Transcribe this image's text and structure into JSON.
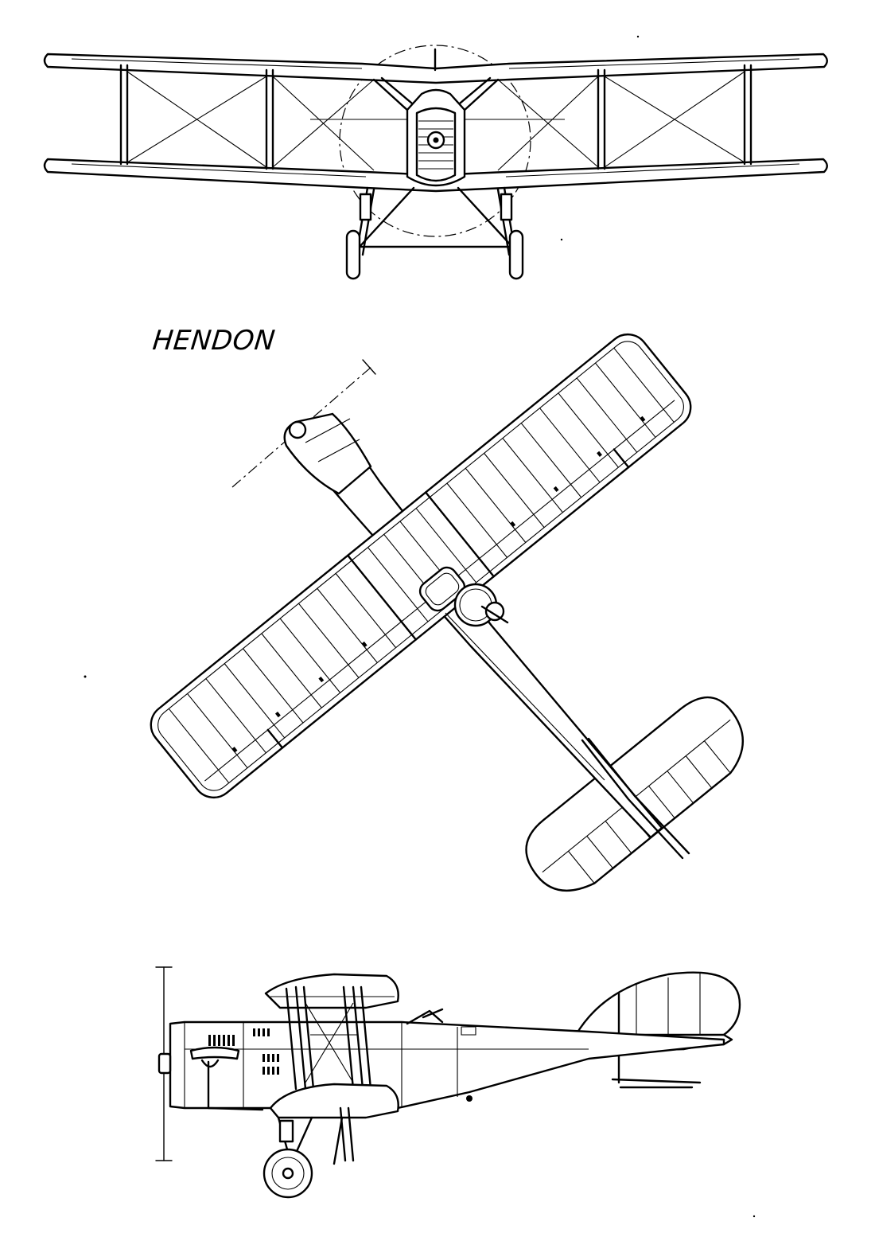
{
  "drawing": {
    "title": "HENDON",
    "line_color": "#000000",
    "background_color": "#ffffff",
    "views": [
      {
        "id": "front"
      },
      {
        "id": "plan"
      },
      {
        "id": "side"
      }
    ]
  }
}
